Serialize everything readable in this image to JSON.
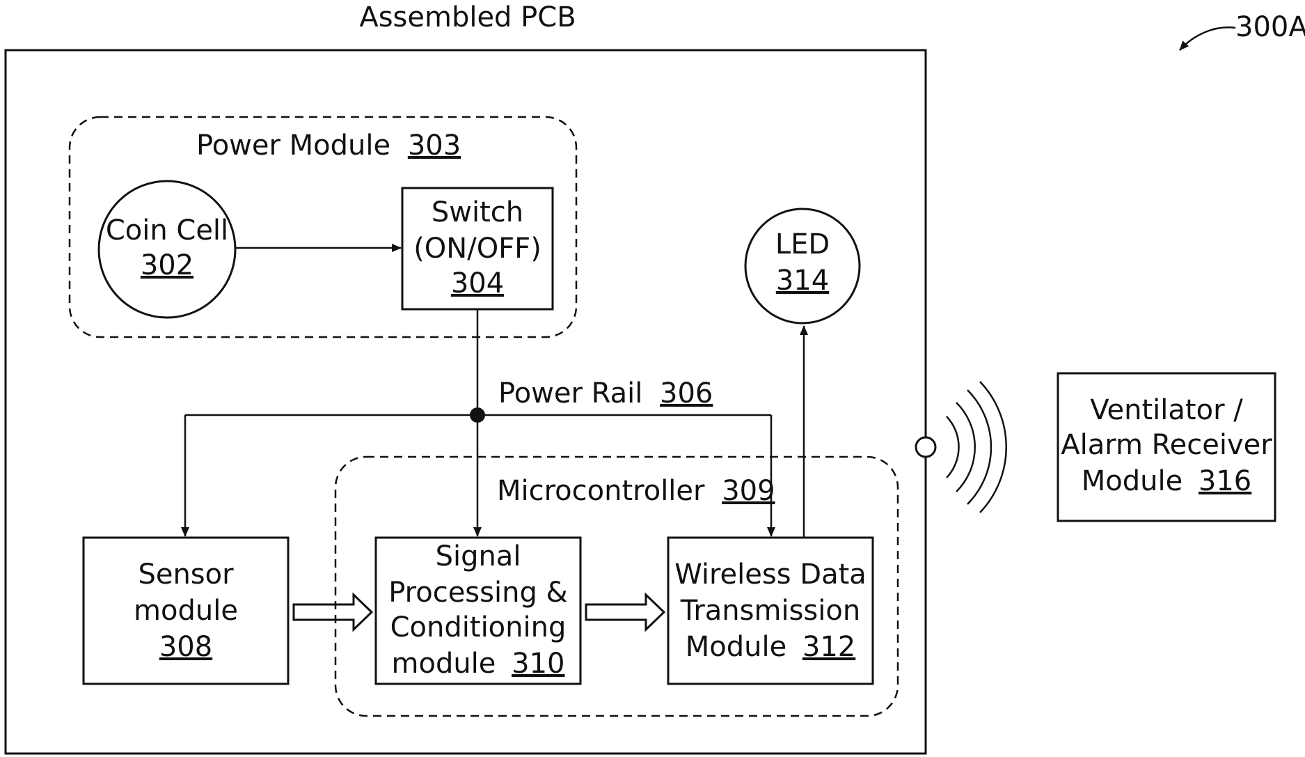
{
  "figure_ref": "300A",
  "assembled_pcb": {
    "title": "Assembled PCB"
  },
  "power_module": {
    "label": "Power Module",
    "ref": "303"
  },
  "coin_cell": {
    "label": "Coin Cell",
    "ref": "302"
  },
  "switch": {
    "line1": "Switch",
    "line2": "(ON/OFF)",
    "ref": "304"
  },
  "led": {
    "label": "LED",
    "ref": "314"
  },
  "power_rail": {
    "label": "Power Rail",
    "ref": "306"
  },
  "microcontroller": {
    "label": "Microcontroller",
    "ref": "309"
  },
  "sensor_module": {
    "line1": "Sensor",
    "line2": "module",
    "ref": "308"
  },
  "signal_module": {
    "line1": "Signal",
    "line2": "Processing &",
    "line3": "Conditioning",
    "line4": "module",
    "ref": "310"
  },
  "wireless_module": {
    "line1": "Wireless Data",
    "line2": "Transmission",
    "line3": "Module",
    "ref": "312"
  },
  "receiver_module": {
    "line1": "Ventilator /",
    "line2": "Alarm Receiver",
    "line3": "Module",
    "ref": "316"
  }
}
